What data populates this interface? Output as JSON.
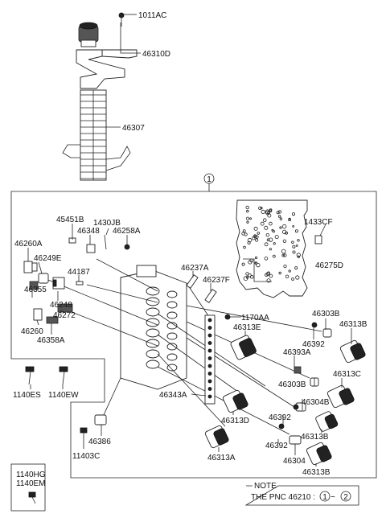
{
  "callout": "1",
  "labels": {
    "l_1011AC": "1011AC",
    "l_46310D": "46310D",
    "l_46307": "46307",
    "l_45451B": "45451B",
    "l_1430JB": "1430JB",
    "l_46348": "46348",
    "l_46258A": "46258A",
    "l_1433CF": "1433CF",
    "l_46260A": "46260A",
    "l_46249E": "46249E",
    "l_44187": "44187",
    "l_46237A": "46237A",
    "l_46275D": "46275D",
    "l_46355": "46355",
    "l_46237F": "46237F",
    "l_46248": "46248",
    "l_46272": "46272",
    "l_1170AA": "1170AA",
    "l_46303B_1": "46303B",
    "l_46260": "46260",
    "l_46313E": "46313E",
    "l_46313B_1": "46313B",
    "l_46358A": "46358A",
    "l_46392_1": "46392",
    "l_46393A": "46393A",
    "l_46313C": "46313C",
    "l_46303B_2": "46303B",
    "l_1140ES": "1140ES",
    "l_1140EW": "1140EW",
    "l_46343A": "46343A",
    "l_46304B": "46304B",
    "l_46313D": "46313D",
    "l_46392_2": "46392",
    "l_46386": "46386",
    "l_46313B_2": "46313B",
    "l_11403C": "11403C",
    "l_46392_3": "46392",
    "l_46313A": "46313A",
    "l_46304": "46304",
    "l_46313B_3": "46313B",
    "l_1140HG": "1140HG",
    "l_1140EM": "1140EM"
  },
  "note": {
    "title": "NOTE",
    "text": "THE PNC 46210 :",
    "ref_start": "1",
    "tilde": "~",
    "ref_end": "2"
  }
}
